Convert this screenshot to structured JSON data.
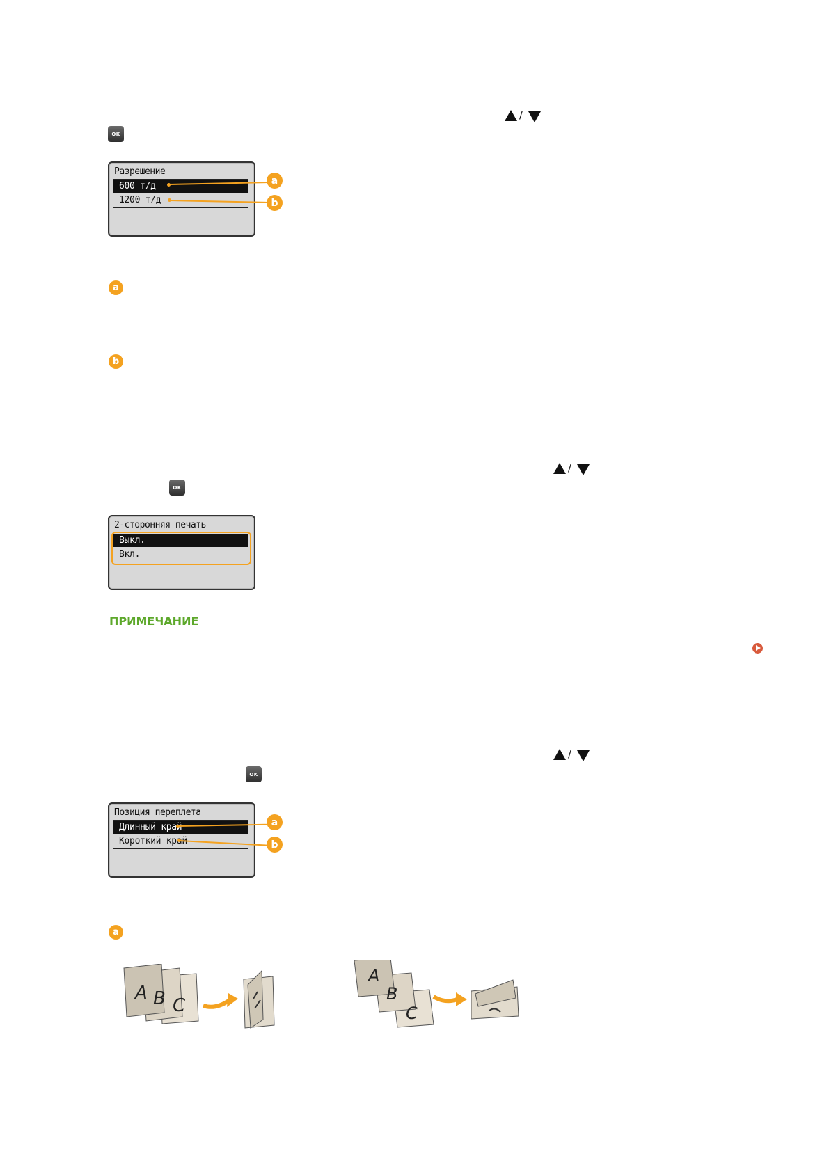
{
  "icons": {
    "up": "arrow-up-icon",
    "down": "arrow-down-icon",
    "ok": "ok-key-icon",
    "callout": "callout-marker",
    "link": "link-arrow-icon"
  },
  "common": {
    "ok_label": "OK",
    "slash": "/"
  },
  "screen1": {
    "title": "Разрешение",
    "options": [
      "600 т/д",
      "1200 т/д"
    ],
    "callouts": [
      "a",
      "b"
    ]
  },
  "descriptions1": {
    "markers": [
      "a",
      "b"
    ]
  },
  "screen2": {
    "title": "2-сторонняя печать",
    "options": [
      "Выкл.",
      "Вкл."
    ]
  },
  "note": {
    "heading": "ПРИМЕЧАНИЕ"
  },
  "screen3": {
    "title": "Позиция переплета",
    "options": [
      "Длинный край",
      "Короткий край"
    ],
    "callouts": [
      "a",
      "b"
    ]
  },
  "descriptions3": {
    "markers": [
      "a"
    ]
  },
  "illustrations": {
    "left_letters": [
      "A",
      "B",
      "C"
    ],
    "right_letters": [
      "A",
      "B",
      "C"
    ]
  },
  "colors": {
    "accent_orange": "#f4a220",
    "note_green": "#5da82b",
    "link_red": "#d85a3c"
  }
}
